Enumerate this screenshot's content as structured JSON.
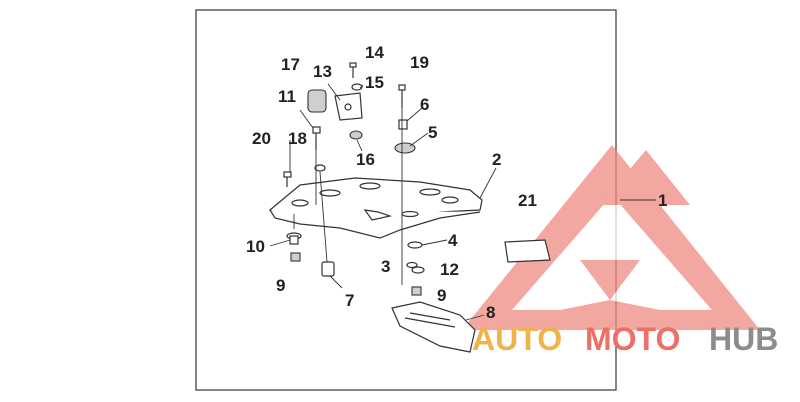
{
  "diagram": {
    "callouts": [
      {
        "id": "1",
        "label": "1"
      },
      {
        "id": "2",
        "label": "2"
      },
      {
        "id": "3",
        "label": "3"
      },
      {
        "id": "4",
        "label": "4"
      },
      {
        "id": "5",
        "label": "5"
      },
      {
        "id": "6",
        "label": "6"
      },
      {
        "id": "7",
        "label": "7"
      },
      {
        "id": "8",
        "label": "8"
      },
      {
        "id": "9a",
        "label": "9"
      },
      {
        "id": "9b",
        "label": "9"
      },
      {
        "id": "10",
        "label": "10"
      },
      {
        "id": "11",
        "label": "11"
      },
      {
        "id": "12",
        "label": "12"
      },
      {
        "id": "13",
        "label": "13"
      },
      {
        "id": "14",
        "label": "14"
      },
      {
        "id": "15",
        "label": "15"
      },
      {
        "id": "16",
        "label": "16"
      },
      {
        "id": "17",
        "label": "17"
      },
      {
        "id": "18",
        "label": "18"
      },
      {
        "id": "19",
        "label": "19"
      },
      {
        "id": "20",
        "label": "20"
      },
      {
        "id": "21",
        "label": "21"
      }
    ]
  },
  "watermark": {
    "part1": "AUTO",
    "part2": "MOTO",
    "part3": "HUB",
    "colors": {
      "auto": "#f0b24a",
      "moto": "#ef6e66",
      "hub": "#8c8c8c",
      "triangle": "#f08a82"
    }
  }
}
